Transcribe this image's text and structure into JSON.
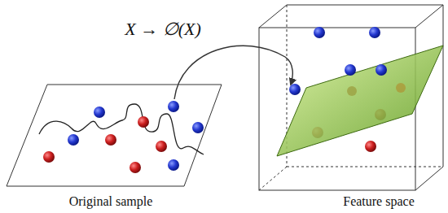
{
  "diagram": {
    "labels": [
      "X → ∅(X)",
      "Original sample",
      "Feature space"
    ]
  }
}
